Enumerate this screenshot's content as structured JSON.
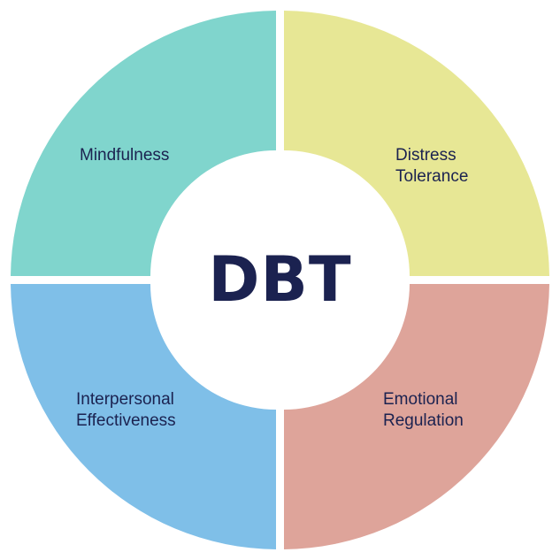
{
  "center": {
    "title": "DBT"
  },
  "segments": [
    {
      "id": "mindfulness",
      "color": "#80d5cd",
      "lines": [
        "Mindfulness"
      ]
    },
    {
      "id": "distress-tolerance",
      "color": "#e7e795",
      "lines": [
        "Distress",
        "Tolerance"
      ]
    },
    {
      "id": "interpersonal-effectiveness",
      "color": "#7fbfe8",
      "lines": [
        "Interpersonal",
        "Effectiveness"
      ]
    },
    {
      "id": "emotional-regulation",
      "color": "#dea49a",
      "lines": [
        "Emotional",
        "Regulation"
      ]
    }
  ]
}
